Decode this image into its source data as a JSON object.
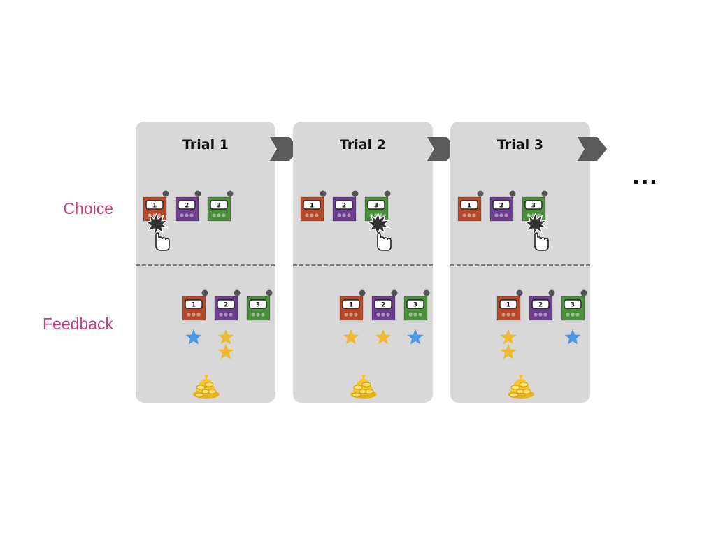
{
  "row_labels": {
    "choice": "Choice",
    "feedback": "Feedback"
  },
  "continuation": "...",
  "colors": {
    "panel": "#d8d8d8",
    "label": "#c63e7f",
    "machine_1": "#b5492b",
    "machine_2": "#6b3f8e",
    "machine_3": "#4a8f3b",
    "star_gold": "#f0b933",
    "star_blue": "#4a9ae8",
    "arrow": "#5a5a5a"
  },
  "machine_labels": [
    "1",
    "2",
    "3"
  ],
  "trials": [
    {
      "title": "Trial 1",
      "chosen": "1",
      "feedback_stars": {
        "1": [
          "blue"
        ],
        "2": [
          "gold",
          "gold"
        ],
        "3": []
      }
    },
    {
      "title": "Trial 2",
      "chosen": "3",
      "feedback_stars": {
        "1": [
          "gold"
        ],
        "2": [
          "gold"
        ],
        "3": [
          "blue"
        ]
      }
    },
    {
      "title": "Trial 3",
      "chosen": "3",
      "feedback_stars": {
        "1": [
          "gold",
          "gold"
        ],
        "2": [],
        "3": [
          "blue"
        ]
      }
    }
  ]
}
